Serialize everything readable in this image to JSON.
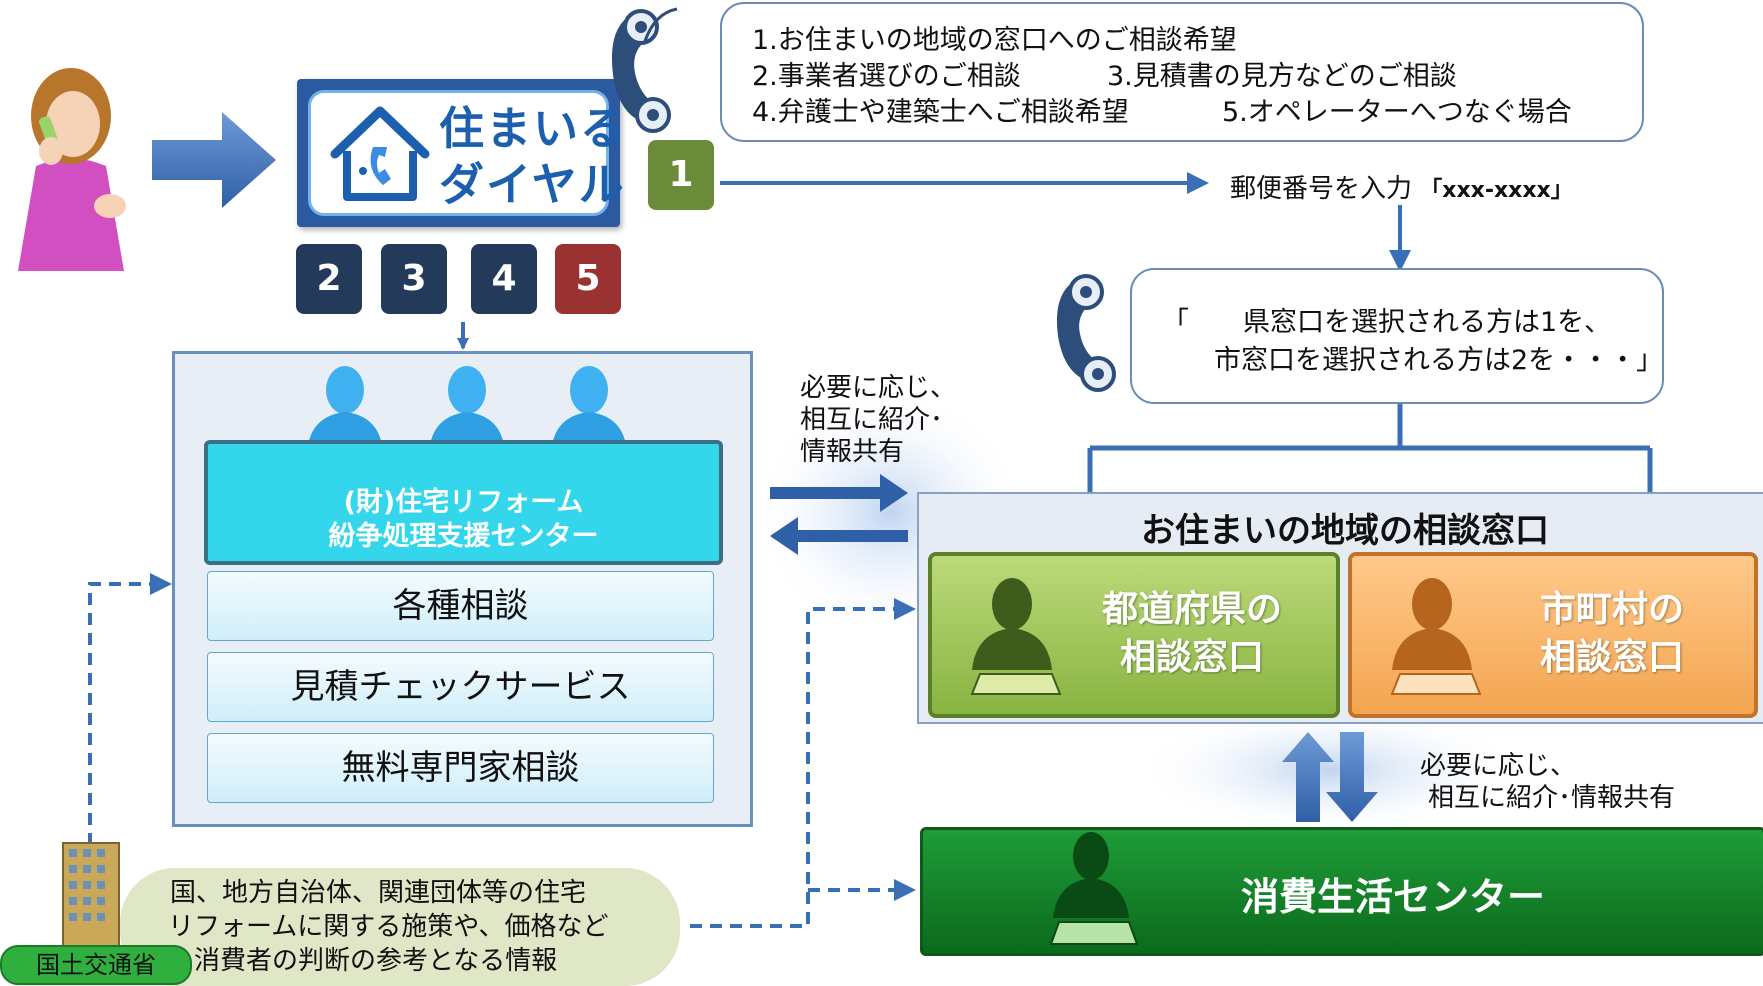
{
  "logo": {
    "line1": "住まいる",
    "line2": "ダイヤル"
  },
  "keys": {
    "k1": "1",
    "k2": "2",
    "k3": "3",
    "k4": "4",
    "k5": "5"
  },
  "menu": {
    "item1": "1.お住まいの地域の窓口へのご相談希望",
    "item2": "2.事業者選びのご相談",
    "item3": "3.見積書の見方などのご相談",
    "item4": "4.弁護士や建築士へご相談希望",
    "item5": "5.オペレーターへつなぐ場合"
  },
  "postal": {
    "label": "郵便番号を入力",
    "format": "「xxx-xxxx」"
  },
  "select": {
    "line1": "「　　県窓口を選択される方は1を、",
    "line2": "市窓口を選択される方は2を・・・」"
  },
  "center": {
    "title1": "(財)住宅リフォーム",
    "title2": "紛争処理支援センター",
    "services": [
      "各種相談",
      "見積チェックサービス",
      "無料専門家相談"
    ]
  },
  "exchange_top": {
    "line1": "必要に応じ、",
    "line2": "相互に紹介･",
    "line3": "情報共有"
  },
  "local": {
    "title": "お住まいの地域の相談窓口",
    "pref_line1": "都道府県の",
    "pref_line2": "相談窓口",
    "city_line1": "市町村の",
    "city_line2": "相談窓口"
  },
  "exchange_bottom": {
    "line1": "必要に応じ、",
    "line2": "相互に紹介･情報共有"
  },
  "consumer": {
    "label": "消費生活センター"
  },
  "mlit": {
    "line1": "国、地方自治体、関連団体等の住宅",
    "line2": "リフォームに関する施策や、価格など",
    "line3": "消費者の判断の参考となる情報",
    "tag": "国土交通省"
  },
  "colors": {
    "arrow": "#3a6fb5",
    "dashed": "#3a6fb5",
    "logo_blue": "#2c5aa0",
    "center_cyan": "#33d6ea",
    "pref_green": "#88b441",
    "city_orange": "#f3a550",
    "consumer_green": "#138a2b",
    "key_dark": "#243a5a",
    "key_red": "#9a3232",
    "key_green": "#6a8c3a"
  }
}
